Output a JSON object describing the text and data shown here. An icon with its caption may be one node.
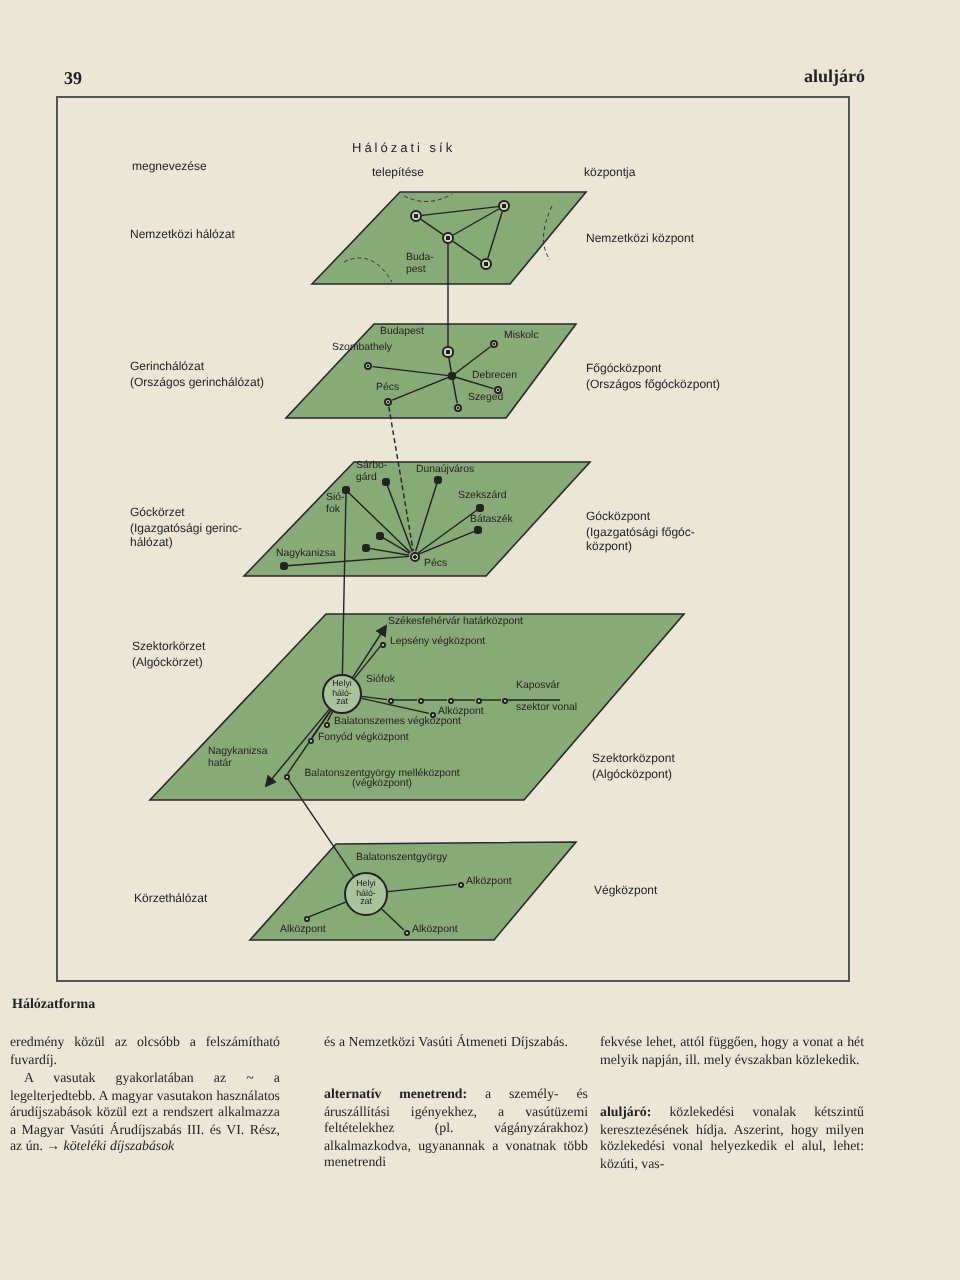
{
  "diagram": {
    "caption": "Hálózatforma",
    "nodes": [
      {
        "text": [],
        "shape": "parallelogram"
      },
      {
        "text": [],
        "shape": "circle",
        "in": 0
      },
      {
        "text": [],
        "shape": "circle",
        "in": 0
      },
      {
        "text": [],
        "shape": "circle",
        "in": 0,
        "beside": [
          "Buda-pest"
        ]
      },
      {
        "text": [],
        "shape": "circle",
        "in": 0
      },
      {
        "text": [],
        "shape": "parallelogram"
      },
      {
        "text": [],
        "shape": "circle",
        "in": 5,
        "beside": [
          "Budapest"
        ]
      },
      {
        "text": [],
        "shape": "circle",
        "in": 5,
        "beside": [
          "Szombathely"
        ]
      },
      {
        "text": [],
        "shape": "circle",
        "in": 5,
        "beside": [
          "Miskolc"
        ]
      },
      {
        "text": [],
        "shape": "circle",
        "in": 5
      },
      {
        "text": [],
        "shape": "circle",
        "in": 5,
        "beside": [
          "Debrecen"
        ]
      },
      {
        "text": [],
        "shape": "circle",
        "in": 5,
        "beside": [
          "Szeged"
        ]
      },
      {
        "text": [],
        "shape": "circle",
        "in": 5,
        "beside": [
          "Pécs"
        ]
      },
      {
        "text": [],
        "shape": "parallelogram"
      },
      {
        "text": [],
        "shape": "circle",
        "in": 13,
        "beside": [
          "Sárbo-gárd"
        ]
      },
      {
        "text": [],
        "shape": "circle",
        "in": 13,
        "beside": [
          "Sió-fok"
        ]
      },
      {
        "text": [],
        "shape": "circle",
        "in": 13,
        "beside": [
          "Dunaújváros"
        ]
      },
      {
        "text": [],
        "shape": "circle",
        "in": 13,
        "beside": [
          "Szekszárd"
        ]
      },
      {
        "text": [],
        "shape": "circle",
        "in": 13,
        "beside": [
          "Bátaszék"
        ]
      },
      {
        "text": [],
        "shape": "circle",
        "in": 13
      },
      {
        "text": [],
        "shape": "circle",
        "in": 13
      },
      {
        "text": [],
        "shape": "circle",
        "in": 13,
        "beside": [
          "Nagykanizsa"
        ]
      },
      {
        "text": [],
        "shape": "circle",
        "in": 13,
        "beside": [
          "Pécs"
        ]
      },
      {
        "text": [],
        "shape": "parallelogram"
      },
      {
        "text": [
          "Székesfehérvár határközpont"
        ],
        "in": 23
      },
      {
        "text": [],
        "shape": "circle",
        "in": 23,
        "beside": [
          "Lepsény végközpont"
        ]
      },
      {
        "text": [
          "Helyi háló-zat"
        ],
        "in": 23,
        "beside": [
          "Siófok"
        ]
      },
      {
        "text": [],
        "shape": "circle",
        "in": 23
      },
      {
        "text": [],
        "shape": "circle",
        "in": 23
      },
      {
        "text": [],
        "shape": "circle",
        "in": 23
      },
      {
        "text": [],
        "shape": "circle",
        "in": 23
      },
      {
        "text": [],
        "shape": "circle",
        "in": 23
      },
      {
        "text": [
          "Kaposvár"
        ],
        "in": 23
      },
      {
        "text": [],
        "shape": "circle",
        "in": 23,
        "beside": [
          "Alközpont"
        ]
      },
      {
        "text": [],
        "shape": "circle",
        "in": 23,
        "beside": [
          "Balatonszemes végközpont"
        ]
      },
      {
        "text": [],
        "shape": "circle",
        "in": 23,
        "beside": [
          "Fonyód végközpont"
        ]
      },
      {
        "text": [],
        "shape": "circle",
        "in": 23,
        "beside": [
          "Balatonszentgyörgy melléközpont (végközpont)"
        ]
      },
      {
        "text": [
          "Nagykanizsa határ"
        ],
        "in": 23
      },
      {
        "text": [],
        "shape": "parallelogram"
      },
      {
        "text": [
          "Helyi háló-zat"
        ],
        "in": 38,
        "beside": [
          "Balatonszentgyörgy"
        ]
      },
      {
        "text": [],
        "shape": "circle",
        "in": 38,
        "beside": [
          "Alközpont"
        ]
      },
      {
        "text": [],
        "shape": "circle",
        "in": 38,
        "beside": [
          "Alközpont"
        ]
      },
      {
        "text": [],
        "shape": "circle",
        "in": 38,
        "beside": [
          "Alközpont"
        ]
      }
    ],
    "edges": [
      {
        "from": 1,
        "to": 2,
        "arrow": "none"
      },
      {
        "from": 1,
        "to": 3,
        "arrow": "none"
      },
      {
        "from": 3,
        "to": 2,
        "arrow": "none"
      },
      {
        "from": 3,
        "to": 4,
        "arrow": "none"
      },
      {
        "from": 2,
        "to": 4,
        "arrow": "none"
      },
      {
        "from": 3,
        "to": 6,
        "arrow": "none"
      },
      {
        "from": 6,
        "to": 9,
        "arrow": "none"
      },
      {
        "from": 9,
        "to": 7,
        "arrow": "none"
      },
      {
        "from": 9,
        "to": 8,
        "arrow": "none"
      },
      {
        "from": 9,
        "to": 10,
        "arrow": "none"
      },
      {
        "from": 9,
        "to": 11,
        "arrow": "none"
      },
      {
        "from": 9,
        "to": 12,
        "arrow": "none"
      },
      {
        "from": 12,
        "to": 22,
        "arrow": "none",
        "style": "dashed"
      },
      {
        "from": 22,
        "to": 14,
        "arrow": "none"
      },
      {
        "from": 22,
        "to": 15,
        "arrow": "none"
      },
      {
        "from": 22,
        "to": 16,
        "arrow": "none"
      },
      {
        "from": 22,
        "to": 17,
        "arrow": "none"
      },
      {
        "from": 22,
        "to": 18,
        "arrow": "none"
      },
      {
        "from": 22,
        "to": 19,
        "arrow": "none"
      },
      {
        "from": 22,
        "to": 20,
        "arrow": "none"
      },
      {
        "from": 22,
        "to": 21,
        "arrow": "none"
      },
      {
        "from": 15,
        "to": 26,
        "arrow": "none"
      },
      {
        "from": 26,
        "to": 24,
        "arrow": "to"
      },
      {
        "from": 26,
        "to": 25,
        "arrow": "none"
      },
      {
        "from": 26,
        "to": 27,
        "arrow": "none"
      },
      {
        "from": 27,
        "to": 28,
        "arrow": "none"
      },
      {
        "from": 28,
        "to": 29,
        "arrow": "none"
      },
      {
        "from": 29,
        "to": 30,
        "arrow": "none"
      },
      {
        "from": 30,
        "to": 31,
        "arrow": "none"
      },
      {
        "from": 31,
        "to": 32,
        "arrow": "none",
        "label": "szektor vonal"
      },
      {
        "from": 26,
        "to": 33,
        "arrow": "none"
      },
      {
        "from": 26,
        "to": 34,
        "arrow": "none"
      },
      {
        "from": 26,
        "to": 35,
        "arrow": "none"
      },
      {
        "from": 26,
        "to": 36,
        "arrow": "none"
      },
      {
        "from": 26,
        "to": 37,
        "arrow": "to"
      },
      {
        "from": 36,
        "to": 39,
        "arrow": "none"
      },
      {
        "from": 39,
        "to": 40,
        "arrow": "none"
      },
      {
        "from": 39,
        "to": 41,
        "arrow": "none"
      },
      {
        "from": 39,
        "to": 42,
        "arrow": "none"
      }
    ],
    "labels": [
      "39",
      "aluljáró",
      "Hálózati sík",
      "megnevezése",
      "telepítése",
      "központja",
      "Nemzetközi hálózat",
      "Nemzetközi központ",
      "Gerinchálózat",
      "(Országos gerinchálózat)",
      "Főgócközpont",
      "(Országos főgócközpont)",
      "Góckörzet",
      "(Igazgatósági gerinc-hálózat)",
      "Gócközpont",
      "(Igazgatósági főgóc-központ)",
      "Szektorkörzet",
      "(Algóckörzet)",
      "Szektorközpont",
      "(Algócközpont)",
      "Körzethálózat",
      "Végközpont",
      "eredmény közül az olcsóbb a felszámítható fuvardíj.",
      "A vasutak gyakorlatában az ~ a legelterjedtebb. A magyar vasutakon használatos árudíjszabások közül ezt a rendszert alkalmazza a Magyar Vasúti Árudíjszabás III. és VI. Rész, az ún. → *köteléki díjszabások*",
      "és a Nemzetközi Vasúti Átmeneti Díjszabás.",
      "**alternatív menetrend:** a személy- és áruszállítási igényekhez, a vasútüzemi feltételekhez (pl. vágányzárakhoz) alkalmazkodva, ugyanannak a vonatnak több menetrendi",
      "fekvése lehet, attól függően, hogy a vonat a hét melyik napján, ill. mely évszakban közlekedik.",
      "**aluljáró:** közlekedési vonalak kétszintű keresztezésének hídja. Aszerint, hogy milyen közlekedési vonal helyezkedik el alul, lehet: közúti, vas-"
    ]
  }
}
